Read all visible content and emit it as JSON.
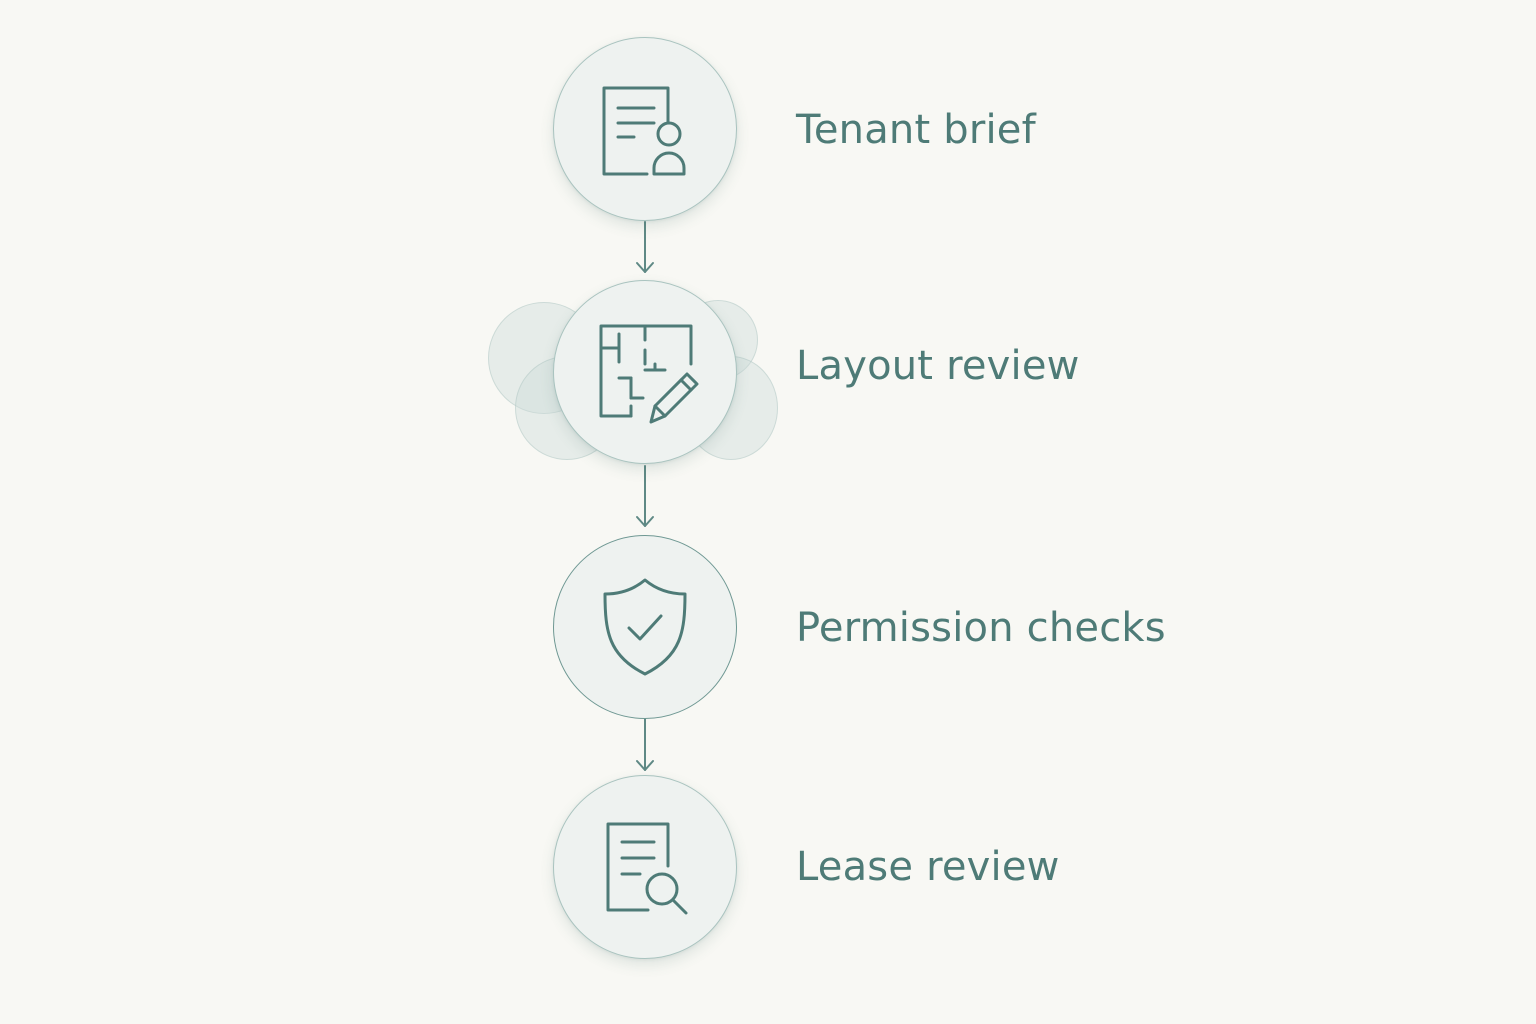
{
  "steps": [
    {
      "label": "Tenant brief",
      "icon": "document-person-icon"
    },
    {
      "label": "Layout review",
      "icon": "floor-plan-pencil-icon"
    },
    {
      "label": "Permission checks",
      "icon": "shield-check-icon"
    },
    {
      "label": "Lease review",
      "icon": "document-search-icon"
    }
  ],
  "colors": {
    "background": "#f8f8f4",
    "stroke": "#4e7b77",
    "node_fill": "#eef2f0",
    "text": "#4e7b77"
  }
}
